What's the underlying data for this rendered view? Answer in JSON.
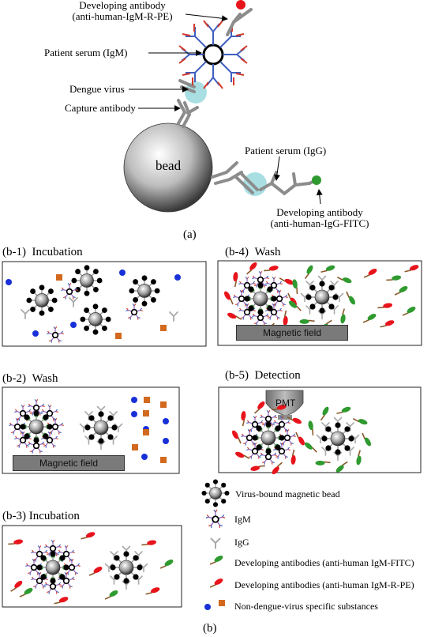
{
  "diagram_a": {
    "developing_antibody_igm": [
      "Developing antibody",
      "(anti-human-IgM-R-PE)"
    ],
    "patient_serum_igm": "Patient serum (IgM)",
    "dengue_virus": "Dengue virus",
    "capture_antibody": "Capture antibody",
    "bead": "bead",
    "patient_serum_igg": "Patient serum (IgG)",
    "developing_antibody_igg": [
      "Developing antibody",
      "(anti-human-IgG-FITC)"
    ],
    "caption": "(a)"
  },
  "panels": {
    "b1": {
      "label": "(b-1)",
      "title": "Incubation"
    },
    "b2": {
      "label": "(b-2)",
      "title": "Wash",
      "magnet": "Magnetic field"
    },
    "b3": {
      "label": "(b-3)",
      "title": "Incubation"
    },
    "b4": {
      "label": "(b-4)",
      "title": "Wash",
      "magnet": "Magnetic field"
    },
    "b5": {
      "label": "(b-5)",
      "title": "Detection",
      "pmt": "PMT"
    }
  },
  "legend": {
    "virus_bead": "Virus-bound magnetic bead",
    "igm": "IgM",
    "igg": "IgG",
    "dev_fitc": "Developing antibodies (anti-human IgM-FITC)",
    "dev_rpe": "Developing antibodies (anti-human IgM-R-PE)",
    "non_specific": "Non-dengue-virus specific substances"
  },
  "caption_b": "(b)",
  "colors": {
    "red": "#e8141c",
    "green": "#2f9a2f",
    "blue": "#1730d8",
    "orange": "#d2691e",
    "virus": "#a9dfe3",
    "igm_blue": "#3f5fbf",
    "igm_red": "#d33a2c",
    "igg_gray": "#a9a9a9",
    "magnet": "#7a7a7a"
  }
}
